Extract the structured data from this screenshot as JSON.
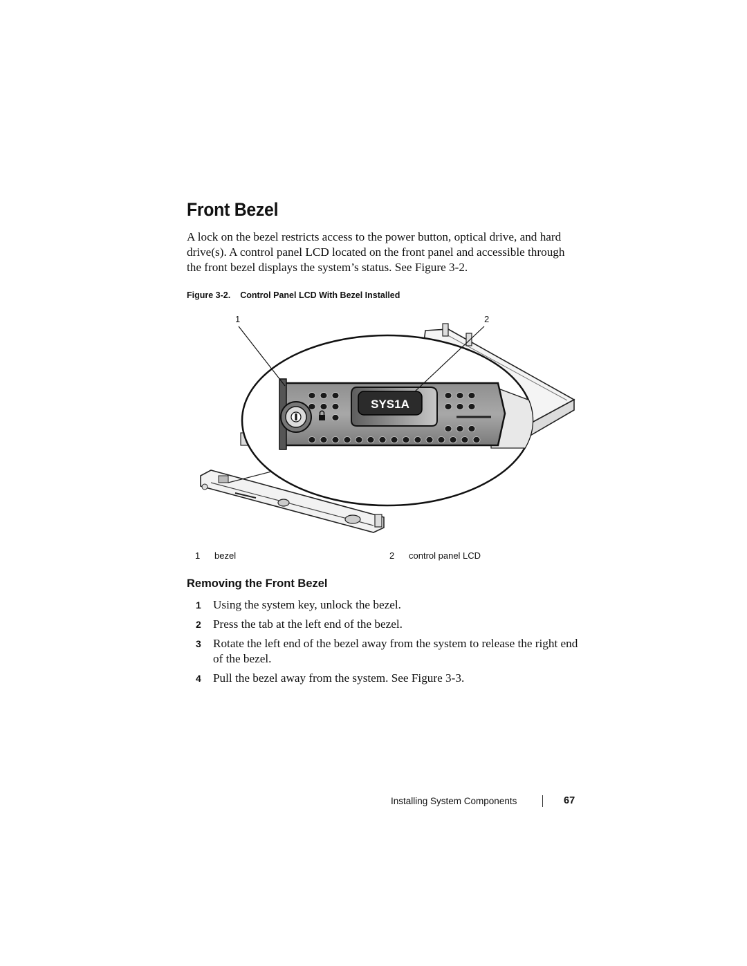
{
  "heading": "Front Bezel",
  "intro": "A lock on the bezel restricts access to the power button, optical drive, and hard drive(s). A control panel LCD located on the front panel and accessible through the front bezel displays the system’s status. See Figure 3-2.",
  "figure": {
    "caption_number": "Figure 3-2.",
    "caption_title": "Control Panel LCD With Bezel Installed",
    "callout_1": "1",
    "callout_2": "2",
    "lcd_text": "SYS1A"
  },
  "legend": [
    {
      "num": "1",
      "label": "bezel"
    },
    {
      "num": "2",
      "label": "control panel LCD"
    }
  ],
  "subheading": "Removing the Front Bezel",
  "steps": [
    {
      "num": "1",
      "text": "Using the system key, unlock the bezel."
    },
    {
      "num": "2",
      "text": "Press the tab at the left end of the bezel."
    },
    {
      "num": "3",
      "text": "Rotate the left end of the bezel away from the system to release the right end of the bezel."
    },
    {
      "num": "4",
      "text": "Pull the bezel away from the system. See Figure 3-3."
    }
  ],
  "footer": {
    "section": "Installing System Components",
    "page": "67"
  }
}
